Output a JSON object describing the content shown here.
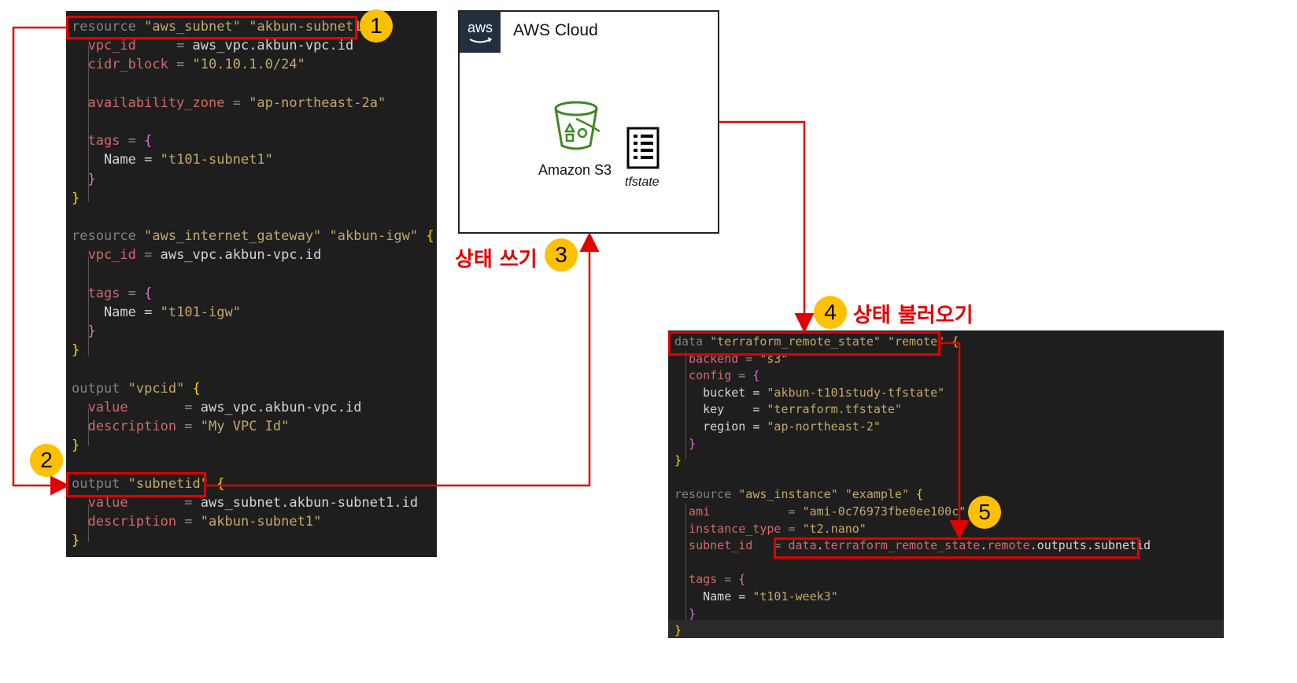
{
  "left_code": {
    "lines": [
      {
        "parts": [
          [
            "resource ",
            "c-gray"
          ],
          [
            "\"aws_subnet\"",
            "c-str2"
          ],
          [
            " ",
            "c-w"
          ],
          [
            "\"akbun-subnet1\"",
            "c-str2"
          ],
          [
            " {",
            "c-yel"
          ]
        ]
      },
      {
        "parts": [
          [
            "  vpc_id",
            "c-red"
          ],
          [
            "     = ",
            "c-g"
          ],
          [
            "aws_vpc.akbun-vpc.id",
            "c-w"
          ]
        ]
      },
      {
        "parts": [
          [
            "  cidr_block",
            "c-red"
          ],
          [
            " = ",
            "c-g"
          ],
          [
            "\"10.10.1.0/24\"",
            "c-str2"
          ]
        ]
      },
      {
        "parts": []
      },
      {
        "parts": [
          [
            "  availability_zone",
            "c-red"
          ],
          [
            " = ",
            "c-g"
          ],
          [
            "\"ap-northeast-2a\"",
            "c-str2"
          ]
        ]
      },
      {
        "parts": []
      },
      {
        "parts": [
          [
            "  tags",
            "c-red"
          ],
          [
            " = ",
            "c-g"
          ],
          [
            "{",
            "c-pink"
          ]
        ]
      },
      {
        "parts": [
          [
            "    Name",
            "c-w"
          ],
          [
            " = ",
            "c-w"
          ],
          [
            "\"t101-subnet1\"",
            "c-str2"
          ]
        ]
      },
      {
        "parts": [
          [
            "  }",
            "c-pink"
          ]
        ]
      },
      {
        "parts": [
          [
            "}",
            "c-yel"
          ]
        ]
      },
      {
        "parts": []
      },
      {
        "parts": [
          [
            "resource ",
            "c-gray"
          ],
          [
            "\"aws_internet_gateway\"",
            "c-str2"
          ],
          [
            " ",
            "c-w"
          ],
          [
            "\"akbun-igw\"",
            "c-str2"
          ],
          [
            " {",
            "c-yel"
          ]
        ]
      },
      {
        "parts": [
          [
            "  vpc_id",
            "c-red"
          ],
          [
            " = ",
            "c-g"
          ],
          [
            "aws_vpc.akbun-vpc.id",
            "c-w"
          ]
        ]
      },
      {
        "parts": []
      },
      {
        "parts": [
          [
            "  tags",
            "c-red"
          ],
          [
            " = ",
            "c-g"
          ],
          [
            "{",
            "c-pink"
          ]
        ]
      },
      {
        "parts": [
          [
            "    Name",
            "c-w"
          ],
          [
            " = ",
            "c-w"
          ],
          [
            "\"t101-igw\"",
            "c-str2"
          ]
        ]
      },
      {
        "parts": [
          [
            "  }",
            "c-pink"
          ]
        ]
      },
      {
        "parts": [
          [
            "}",
            "c-yel"
          ]
        ]
      },
      {
        "parts": []
      },
      {
        "parts": [
          [
            "output ",
            "c-gray"
          ],
          [
            "\"vpcid\"",
            "c-str2"
          ],
          [
            " {",
            "c-yel"
          ]
        ]
      },
      {
        "parts": [
          [
            "  value",
            "c-red"
          ],
          [
            "       = ",
            "c-g"
          ],
          [
            "aws_vpc.akbun-vpc.id",
            "c-w"
          ]
        ]
      },
      {
        "parts": [
          [
            "  description",
            "c-red"
          ],
          [
            " = ",
            "c-g"
          ],
          [
            "\"My VPC Id\"",
            "c-str2"
          ]
        ]
      },
      {
        "parts": [
          [
            "}",
            "c-yel"
          ]
        ]
      },
      {
        "parts": []
      },
      {
        "parts": [
          [
            "output ",
            "c-gray"
          ],
          [
            "\"subnetid\"",
            "c-str2"
          ],
          [
            " {",
            "c-yel"
          ]
        ]
      },
      {
        "parts": [
          [
            "  value",
            "c-red"
          ],
          [
            "       = ",
            "c-g"
          ],
          [
            "aws_subnet.akbun-subnet1.id",
            "c-w"
          ]
        ]
      },
      {
        "parts": [
          [
            "  description",
            "c-red"
          ],
          [
            " = ",
            "c-g"
          ],
          [
            "\"akbun-subnet1\"",
            "c-str2"
          ]
        ]
      },
      {
        "parts": [
          [
            "}",
            "c-yel"
          ]
        ]
      }
    ]
  },
  "right_code": {
    "lines": [
      {
        "parts": [
          [
            "data ",
            "c-gray"
          ],
          [
            "\"terraform_remote_state\"",
            "c-str2"
          ],
          [
            " ",
            "c-w"
          ],
          [
            "\"remote\"",
            "c-str2"
          ],
          [
            " {",
            "c-yel"
          ]
        ]
      },
      {
        "parts": [
          [
            "  backend",
            "c-red"
          ],
          [
            " = ",
            "c-g"
          ],
          [
            "\"s3\"",
            "c-str2"
          ]
        ]
      },
      {
        "parts": [
          [
            "  config",
            "c-red"
          ],
          [
            " = ",
            "c-g"
          ],
          [
            "{",
            "c-pink"
          ]
        ]
      },
      {
        "parts": [
          [
            "    bucket",
            "c-w"
          ],
          [
            " = ",
            "c-w"
          ],
          [
            "\"akbun-t101study-tfstate\"",
            "c-str2"
          ]
        ]
      },
      {
        "parts": [
          [
            "    key",
            "c-w"
          ],
          [
            "    = ",
            "c-w"
          ],
          [
            "\"terraform.tfstate\"",
            "c-str2"
          ]
        ]
      },
      {
        "parts": [
          [
            "    region",
            "c-w"
          ],
          [
            " = ",
            "c-w"
          ],
          [
            "\"ap-northeast-2\"",
            "c-str2"
          ]
        ]
      },
      {
        "parts": [
          [
            "  }",
            "c-pink"
          ]
        ]
      },
      {
        "parts": [
          [
            "}",
            "c-yel"
          ]
        ]
      },
      {
        "parts": []
      },
      {
        "parts": [
          [
            "resource ",
            "c-gray"
          ],
          [
            "\"aws_instance\"",
            "c-str2"
          ],
          [
            " ",
            "c-w"
          ],
          [
            "\"example\"",
            "c-str2"
          ],
          [
            " {",
            "c-yel"
          ]
        ]
      },
      {
        "parts": [
          [
            "  ami",
            "c-red"
          ],
          [
            "           = ",
            "c-g"
          ],
          [
            "\"ami-0c76973fbe0ee100c\"",
            "c-str2"
          ]
        ]
      },
      {
        "parts": [
          [
            "  instance_type",
            "c-red"
          ],
          [
            " = ",
            "c-g"
          ],
          [
            "\"t2.nano\"",
            "c-str2"
          ]
        ]
      },
      {
        "parts": [
          [
            "  subnet_id",
            "c-red"
          ],
          [
            "   = ",
            "c-g"
          ],
          [
            "data",
            "c-red"
          ],
          [
            ".",
            "c-w"
          ],
          [
            "terraform_remote_state",
            "c-red"
          ],
          [
            ".",
            "c-w"
          ],
          [
            "remote",
            "c-red"
          ],
          [
            ".outputs.subnetid",
            "c-w"
          ]
        ]
      },
      {
        "parts": []
      },
      {
        "parts": [
          [
            "  tags",
            "c-red"
          ],
          [
            " = ",
            "c-g"
          ],
          [
            "{",
            "c-pink"
          ]
        ]
      },
      {
        "parts": [
          [
            "    Name",
            "c-w"
          ],
          [
            " = ",
            "c-w"
          ],
          [
            "\"t101-week3\"",
            "c-str2"
          ]
        ]
      },
      {
        "parts": [
          [
            "  }",
            "c-pink"
          ]
        ]
      },
      {
        "parts": [
          [
            "}",
            "c-yel"
          ]
        ]
      }
    ]
  },
  "cloud": {
    "logo": "aws",
    "title": "AWS Cloud",
    "s3_label": "Amazon S3",
    "file_label": "tfstate",
    "icons": [
      "s3-bucket-icon",
      "document-icon"
    ]
  },
  "steps": [
    {
      "num": "1"
    },
    {
      "num": "2"
    },
    {
      "num": "3",
      "label": "상태 쓰기"
    },
    {
      "num": "4",
      "label": "상태 불러오기"
    },
    {
      "num": "5"
    }
  ],
  "colors": {
    "highlight": "#e00000",
    "badge": "#ffc000",
    "code_bg": "#1e1e1e"
  }
}
